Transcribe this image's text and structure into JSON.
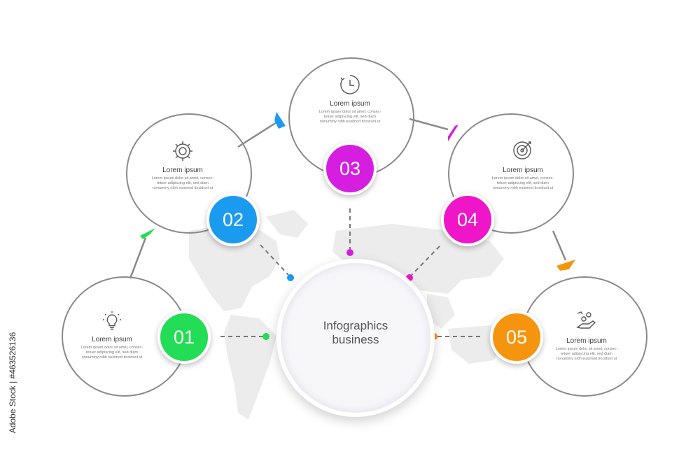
{
  "center": {
    "line1": "Infographics",
    "line2": "business"
  },
  "steps": [
    {
      "number": "01",
      "color": "#22dd55",
      "icon": "lightbulb-icon",
      "title": "Lorem ipsum",
      "body": [
        "Lorem ipsum dolor sit amet, consec-",
        "tetuer adipiscing elit, sed diam",
        "nonummy nibh euismod tincidunt ut"
      ]
    },
    {
      "number": "02",
      "color": "#1a9bf0",
      "icon": "gear-icon",
      "title": "Lorem ipsum",
      "body": [
        "Lorem ipsum dolor sit amet, consec-",
        "tetuer adipiscing elit, sed diam",
        "nonummy nibh euismod tincidunt ut"
      ]
    },
    {
      "number": "03",
      "color": "#d61ee0",
      "icon": "clock-icon",
      "title": "Lorem ipsum",
      "body": [
        "Lorem ipsum dolor sit amet, consec-",
        "tetuer adipiscing elit, sed diam",
        "nonummy nibh euismod tincidunt ut"
      ]
    },
    {
      "number": "04",
      "color": "#ee16c8",
      "icon": "target-icon",
      "title": "Lorem ipsum",
      "body": [
        "Lorem ipsum dolor sit amet, consec-",
        "tetuer adipiscing elit, sed diam",
        "nonummy nibh euismod tincidunt ut"
      ]
    },
    {
      "number": "05",
      "color": "#f5950f",
      "icon": "hand-coins-icon",
      "title": "Lorem ipsum",
      "body": [
        "Lorem ipsum dolor sit amet, consec-",
        "tetuer adipiscing elit, sed diam",
        "nonummy nibh euismod tincidunt ut"
      ]
    }
  ],
  "watermark": "Adobe Stock | #463526136",
  "colors": {
    "ring": "#8a8a8a",
    "map": "#e8e8e8",
    "connector": "#777777"
  }
}
